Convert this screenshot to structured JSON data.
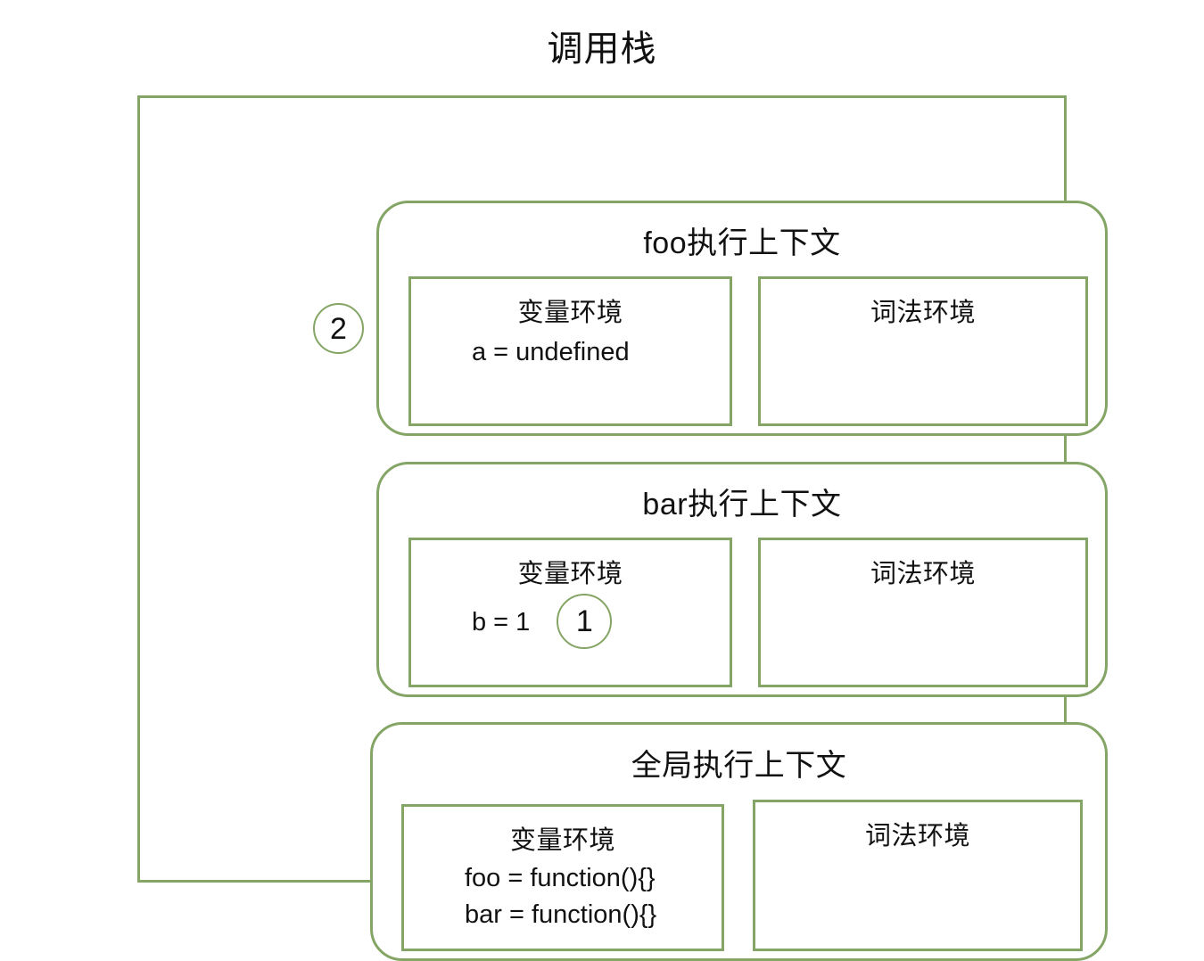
{
  "title": "调用栈",
  "theme": {
    "border_color": "#84a565",
    "text_color": "#111111",
    "background": "#ffffff"
  },
  "badges": {
    "foo_step": "2",
    "bar_step": "1"
  },
  "contexts": [
    {
      "id": "foo",
      "title": "foo执行上下文",
      "variable_env": {
        "title": "变量环境",
        "entries": [
          "a = undefined"
        ]
      },
      "lexical_env": {
        "title": "词法环境",
        "entries": []
      }
    },
    {
      "id": "bar",
      "title": "bar执行上下文",
      "variable_env": {
        "title": "变量环境",
        "entries": [
          "b = 1"
        ]
      },
      "lexical_env": {
        "title": "词法环境",
        "entries": []
      }
    },
    {
      "id": "global",
      "title": "全局执行上下文",
      "variable_env": {
        "title": "变量环境",
        "entries": [
          "foo = function(){}",
          "bar = function(){}"
        ]
      },
      "lexical_env": {
        "title": "词法环境",
        "entries": []
      }
    }
  ]
}
